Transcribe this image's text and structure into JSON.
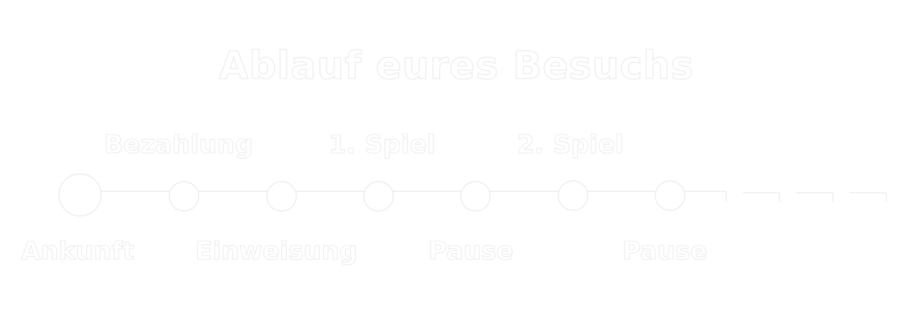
{
  "title": "Ablauf eures Besuchs",
  "steps": {
    "top": [
      "Bezahlung",
      "1. Spiel",
      "2. Spiel"
    ],
    "bottom": [
      "Ankunft",
      "Einweisung",
      "Pause",
      "Pause"
    ]
  },
  "colors": {
    "background": "#ffffff",
    "stroke": "#ececec"
  }
}
